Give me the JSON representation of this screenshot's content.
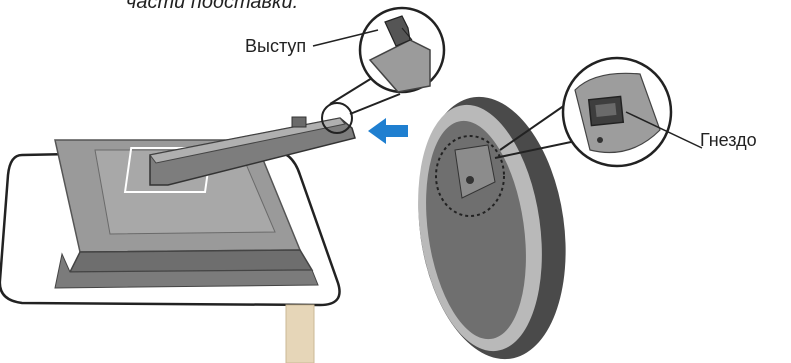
{
  "caption_top": "части подставки.",
  "labels": {
    "tab": "Выступ",
    "slot": "Гнездо"
  },
  "colors": {
    "arrow": "#1f7fd0",
    "dark_gray": "#5c5c5c",
    "mid_gray": "#8a8a8a",
    "light_gray": "#b5b5b5",
    "table_floor": "#e6d6b8"
  },
  "icons": {
    "arrow": "arrow-left-icon"
  }
}
